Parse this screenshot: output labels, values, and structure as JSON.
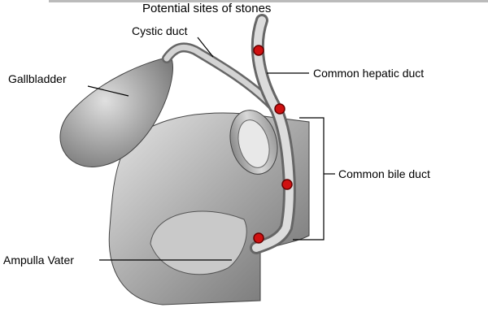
{
  "title": "Potential sites of stones",
  "labels": {
    "cystic_duct": "Cystic duct",
    "gallbladder": "Gallbladder",
    "common_hepatic_duct": "Common hepatic duct",
    "common_bile_duct": "Common bile duct",
    "ampulla_vater": "Ampulla Vater"
  },
  "colors": {
    "stone": "#d01010",
    "tissue": "#a8a8a8"
  }
}
